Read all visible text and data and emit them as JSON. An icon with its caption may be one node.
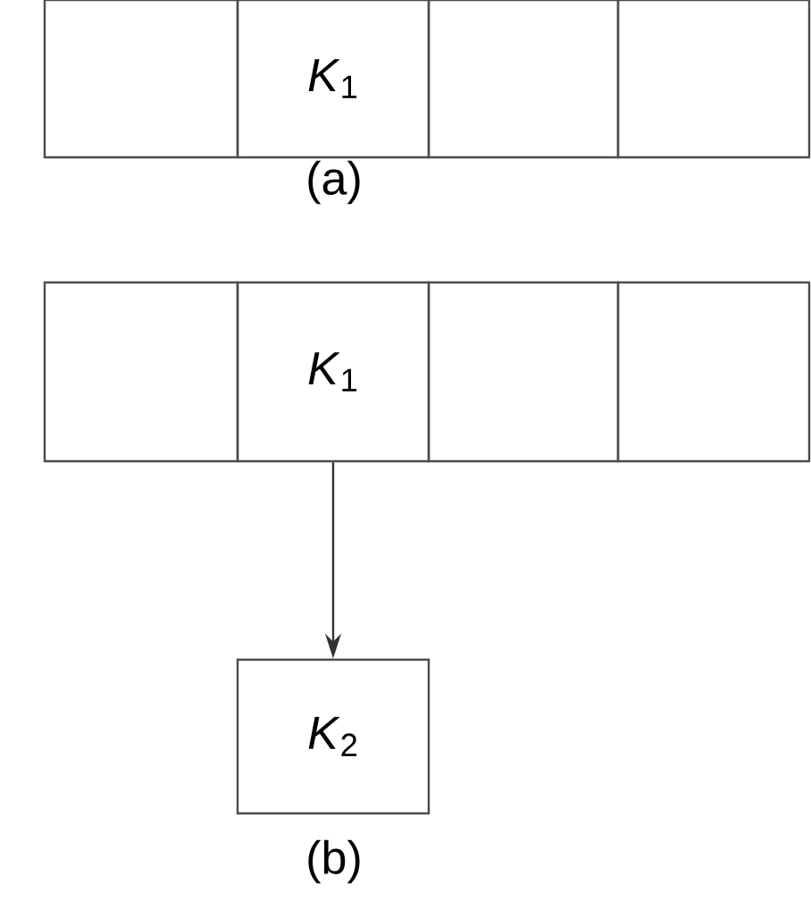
{
  "diagram": {
    "nodes": [
      {
        "text": [],
        "shape": "box"
      },
      {
        "text": [
          "*K*$_{1}$"
        ]
      },
      {
        "text": [],
        "shape": "box"
      },
      {
        "text": [],
        "shape": "box"
      },
      {
        "text": [],
        "shape": "box"
      },
      {
        "text": [
          "*K*$_{1}$"
        ]
      },
      {
        "text": [],
        "shape": "box"
      },
      {
        "text": [],
        "shape": "box"
      },
      {
        "text": [
          "*K*$_{2}$"
        ]
      }
    ],
    "edges": [
      {
        "from": 5,
        "to": 8,
        "arrow": "to"
      }
    ],
    "labels": [
      "(a)",
      "(b)"
    ]
  }
}
